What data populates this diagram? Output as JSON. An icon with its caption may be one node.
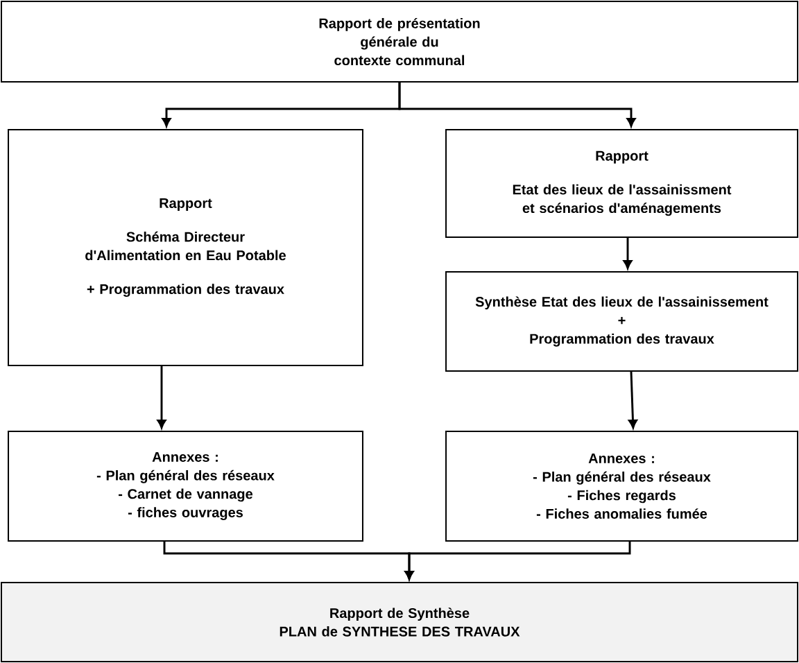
{
  "diagram": {
    "nodes": [
      {
        "text": [
          "Rapport de présentation générale du contexte communal"
        ]
      },
      {
        "text": [
          "Rapport",
          "Schéma Directeur d'Alimentation en Eau Potable",
          "+ Programmation des travaux"
        ]
      },
      {
        "text": [
          "Rapport",
          "Etat des lieux de l'assainissment et scénarios d'aménagements"
        ]
      },
      {
        "text": [
          "Synthèse Etat des lieux de l'assainissement",
          "+",
          "Programmation des travaux"
        ]
      },
      {
        "text": [
          "Annexes :",
          "- Plan général des réseaux",
          "- Carnet de vannage",
          "- fiches ouvrages"
        ]
      },
      {
        "text": [
          "Annexes :",
          "- Plan général des réseaux",
          "- Fiches regards",
          "- Fiches anomalies fumée"
        ]
      },
      {
        "text": [
          "Rapport de Synthèse",
          "PLAN de SYNTHESE DES TRAVAUX"
        ]
      }
    ],
    "edges": [
      {
        "from": 0,
        "to": 1,
        "arrow": "to"
      },
      {
        "from": 0,
        "to": 2,
        "arrow": "to"
      },
      {
        "from": 2,
        "to": 3,
        "arrow": "to"
      },
      {
        "from": 1,
        "to": 4,
        "arrow": "to"
      },
      {
        "from": 3,
        "to": 5,
        "arrow": "to"
      },
      {
        "from": 4,
        "to": 6,
        "arrow": "to"
      },
      {
        "from": 5,
        "to": 6,
        "arrow": "to"
      }
    ]
  }
}
